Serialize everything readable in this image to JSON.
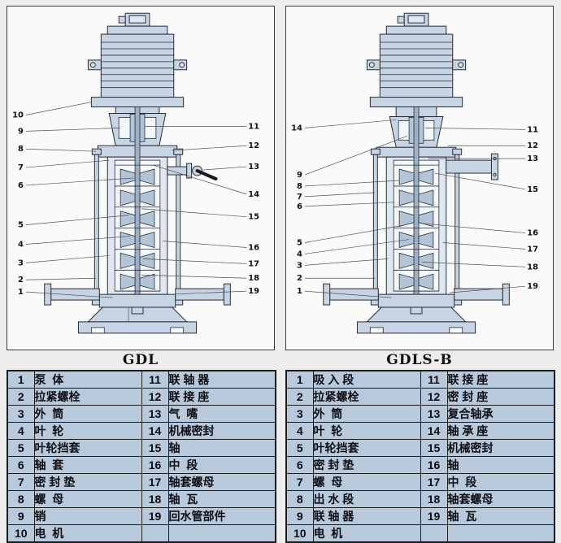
{
  "panels": [
    {
      "caption": "GDL",
      "callouts_left": [
        "10",
        "9",
        "8",
        "7",
        "6",
        "5",
        "4",
        "3",
        "2",
        "1"
      ],
      "callouts_right": [
        "11",
        "12",
        "13",
        "14",
        "15",
        "16",
        "17",
        "18",
        "19"
      ],
      "table_rows": [
        [
          "1",
          "泵  体",
          "11",
          "联 轴 器"
        ],
        [
          "2",
          "拉紧螺栓",
          "12",
          "联 接 座"
        ],
        [
          "3",
          "外  筒",
          "13",
          "气  嘴"
        ],
        [
          "4",
          "叶  轮",
          "14",
          "机械密封"
        ],
        [
          "5",
          "叶轮挡套",
          "15",
          "轴"
        ],
        [
          "6",
          "轴  套",
          "16",
          "中  段"
        ],
        [
          "7",
          "密 封 垫",
          "17",
          "轴套螺母"
        ],
        [
          "8",
          "螺  母",
          "18",
          "轴  瓦"
        ],
        [
          "9",
          "销",
          "19",
          "回水管部件"
        ],
        [
          "10",
          "电  机",
          "",
          ""
        ]
      ]
    },
    {
      "caption": "GDLS-B",
      "callouts_left": [
        "14",
        "9",
        "8",
        "7",
        "6",
        "5",
        "4",
        "3",
        "2",
        "1"
      ],
      "callouts_right": [
        "11",
        "12",
        "13",
        "15",
        "16",
        "17",
        "18",
        "19"
      ],
      "table_rows": [
        [
          "1",
          "吸 入 段",
          "11",
          "联 接 座"
        ],
        [
          "2",
          "拉紧螺栓",
          "12",
          "密 封 座"
        ],
        [
          "3",
          "外  筒",
          "13",
          "复合轴承"
        ],
        [
          "4",
          "叶  轮",
          "14",
          "轴 承 座"
        ],
        [
          "5",
          "叶轮挡套",
          "15",
          "机械密封"
        ],
        [
          "6",
          "密 封 垫",
          "16",
          "轴"
        ],
        [
          "7",
          "螺  母",
          "17",
          "中  段"
        ],
        [
          "8",
          "出 水 段",
          "18",
          "轴套螺母"
        ],
        [
          "9",
          "联 轴 器",
          "19",
          "轴  瓦"
        ],
        [
          "10",
          "电  机",
          "",
          ""
        ]
      ]
    }
  ]
}
